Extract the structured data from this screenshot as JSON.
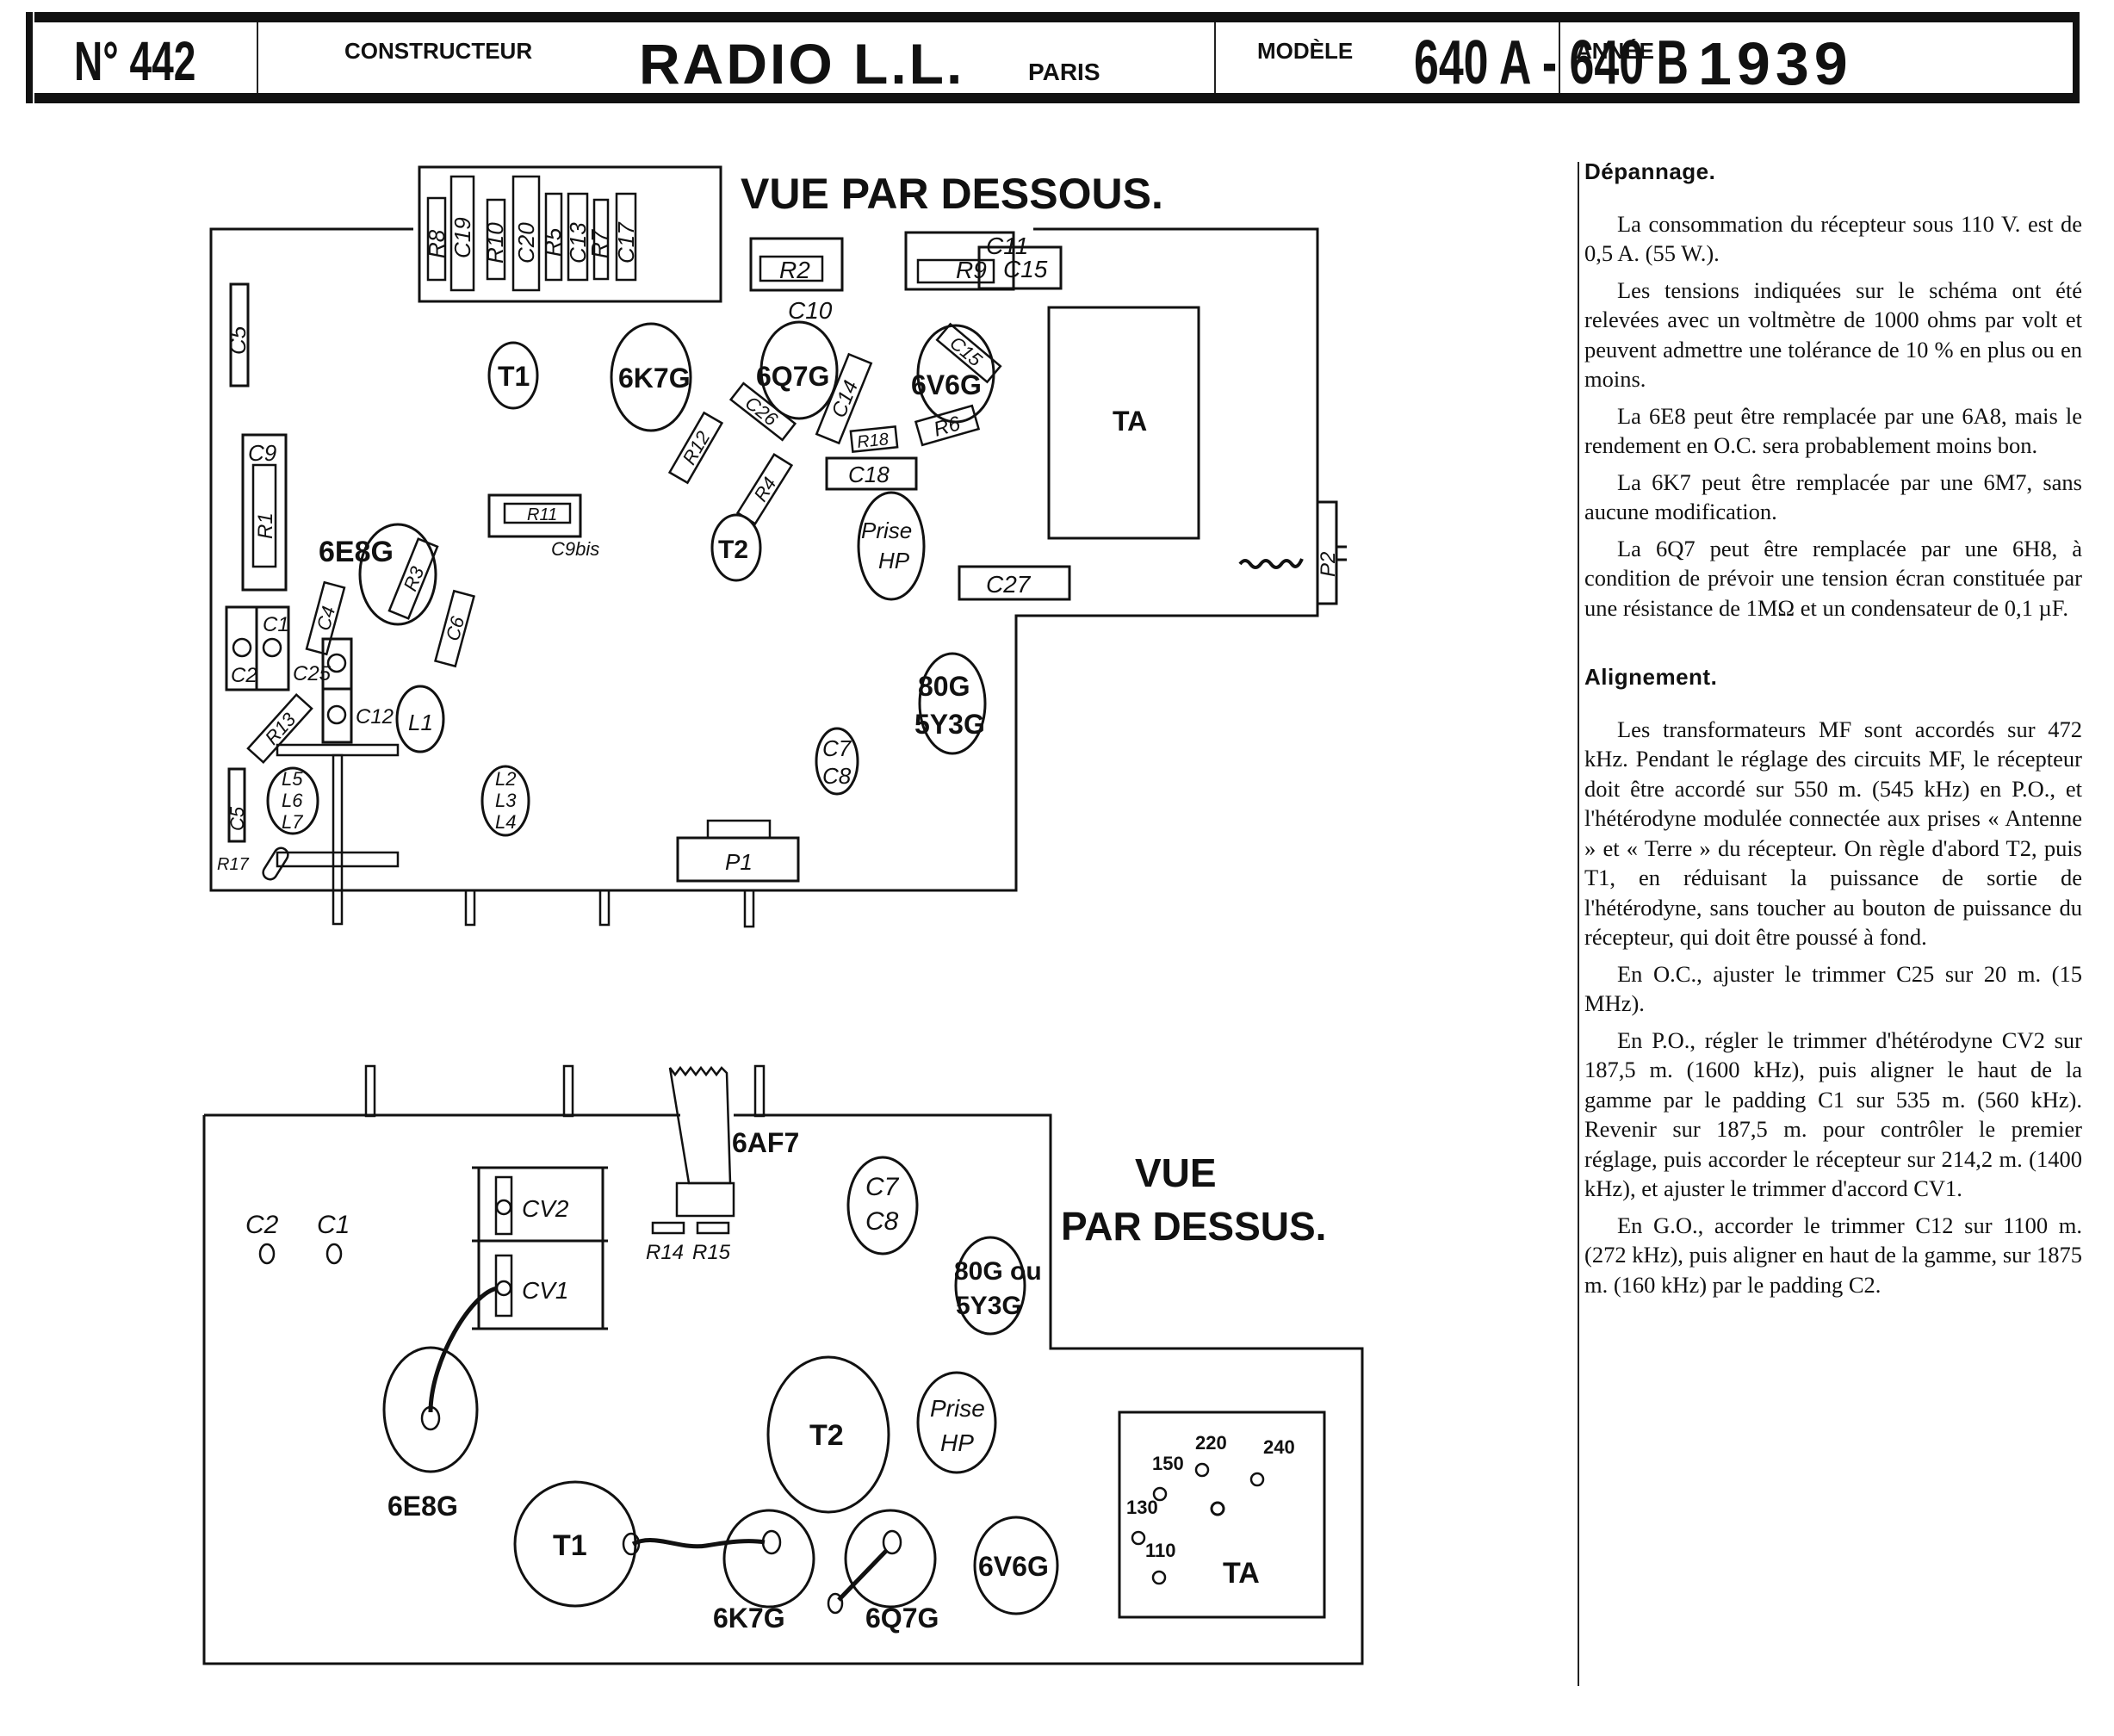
{
  "header": {
    "number": "N° 442",
    "constructeur_label": "CONSTRUCTEUR",
    "manufacturer": "RADIO L.L.",
    "city": "PARIS",
    "model_label": "MODÈLE",
    "model": "640 A - 640 B",
    "year_label": "ANNÉE",
    "year": "1939"
  },
  "bottom_view": {
    "title": "VUE PAR DESSOUS.",
    "components": {
      "R8": "R8",
      "C19": "C19",
      "R10": "R10",
      "C20": "C20",
      "R5": "R5",
      "C13": "C13",
      "R7": "R7",
      "C17": "C17",
      "R2": "R2",
      "C10": "C10",
      "R9": "R9",
      "C11": "C11",
      "C15": "C15",
      "C5a": "C5",
      "T1": "T1",
      "tube_6K7": "6K7G",
      "tube_6Q7": "6Q7G",
      "tube_6V6": "6V6G",
      "C15b": "C15",
      "R12": "R12",
      "C26": "C26",
      "C14": "C14",
      "R18": "R18",
      "R6": "R6",
      "TA": "TA",
      "C9": "C9",
      "R1": "R1",
      "R11": "R11",
      "C9bis": "C9bis",
      "R4": "R4",
      "C18": "C18",
      "tube_6E8": "6E8G",
      "R3": "R3",
      "T2": "T2",
      "prise_hp": [
        "Prise",
        "HP"
      ],
      "C27": "C27",
      "P2": "P2",
      "C1": "C1",
      "C2": "C2",
      "C4": "C4",
      "C6": "C6",
      "C25": "C25",
      "C12": "C12",
      "L1": "L1",
      "R13": "R13",
      "rect_80": [
        "80G",
        "5Y3G"
      ],
      "C7C8": [
        "C7",
        "C8"
      ],
      "C5b": "C5",
      "L567": [
        "L5",
        "L6",
        "L7"
      ],
      "L234": [
        "L2",
        "L3",
        "L4"
      ],
      "R17": "R17",
      "P1": "P1"
    }
  },
  "top_view": {
    "title_line1": "VUE",
    "title_line2": "PAR DESSUS.",
    "components": {
      "tube_6AF7": "6AF7",
      "C2": "C2",
      "C1": "C1",
      "CV2": "CV2",
      "CV1": "CV1",
      "R14": "R14",
      "R15": "R15",
      "C7C8": [
        "C7",
        "C8"
      ],
      "rect_80": [
        "80G ou",
        "5Y3G"
      ],
      "tube_6E8": "6E8G",
      "T2": "T2",
      "prise_hp": [
        "Prise",
        "HP"
      ],
      "T1": "T1",
      "tube_6K7": "6K7G",
      "tube_6Q7": "6Q7G",
      "tube_6V6": "6V6G",
      "TA": "TA",
      "voltages": [
        "110",
        "130",
        "150",
        "220",
        "240"
      ]
    }
  },
  "text": {
    "depannage_title": "Dépannage.",
    "depannage": [
      "La consommation du récepteur sous 110 V. est de 0,5 A. (55 W.).",
      "Les tensions indiquées sur le schéma ont été relevées avec un voltmètre de 1000 ohms par volt et peuvent admettre une tolérance de 10 % en plus ou en moins.",
      "La 6E8 peut être remplacée par une 6A8, mais le rendement en O.C. sera probablement moins bon.",
      "La 6K7 peut être remplacée par une 6M7, sans aucune modification.",
      "La 6Q7 peut être remplacée par une 6H8, à condition de prévoir une tension écran constituée par une résistance de 1MΩ et un condensateur de 0,1 µF."
    ],
    "alignement_title": "Alignement.",
    "alignement": [
      "Les transformateurs MF sont accordés sur 472 kHz. Pendant le réglage des circuits MF, le récepteur doit être accordé sur 550 m. (545 kHz) en P.O., et l'hétérodyne modulée connectée aux prises « Antenne » et « Terre » du récepteur. On règle d'abord T2, puis T1, en réduisant la puissance de sortie de l'hétérodyne, sans toucher au bouton de puissance du récepteur, qui doit être poussé à fond.",
      "En O.C., ajuster le trimmer C25 sur 20 m. (15 MHz).",
      "En P.O., régler le trimmer d'hétérodyne CV2 sur 187,5 m. (1600 kHz), puis aligner le haut de la gamme par le padding C1 sur 535 m. (560 kHz). Revenir sur 187,5 m. pour contrôler le premier réglage, puis accorder le récepteur sur 214,2 m. (1400 kHz), et ajuster le trimmer d'accord CV1.",
      "En G.O., accorder le trimmer C12 sur 1100 m. (272 kHz), puis aligner en haut de la gamme, sur 1875 m. (160 kHz) par le padding C2."
    ]
  }
}
